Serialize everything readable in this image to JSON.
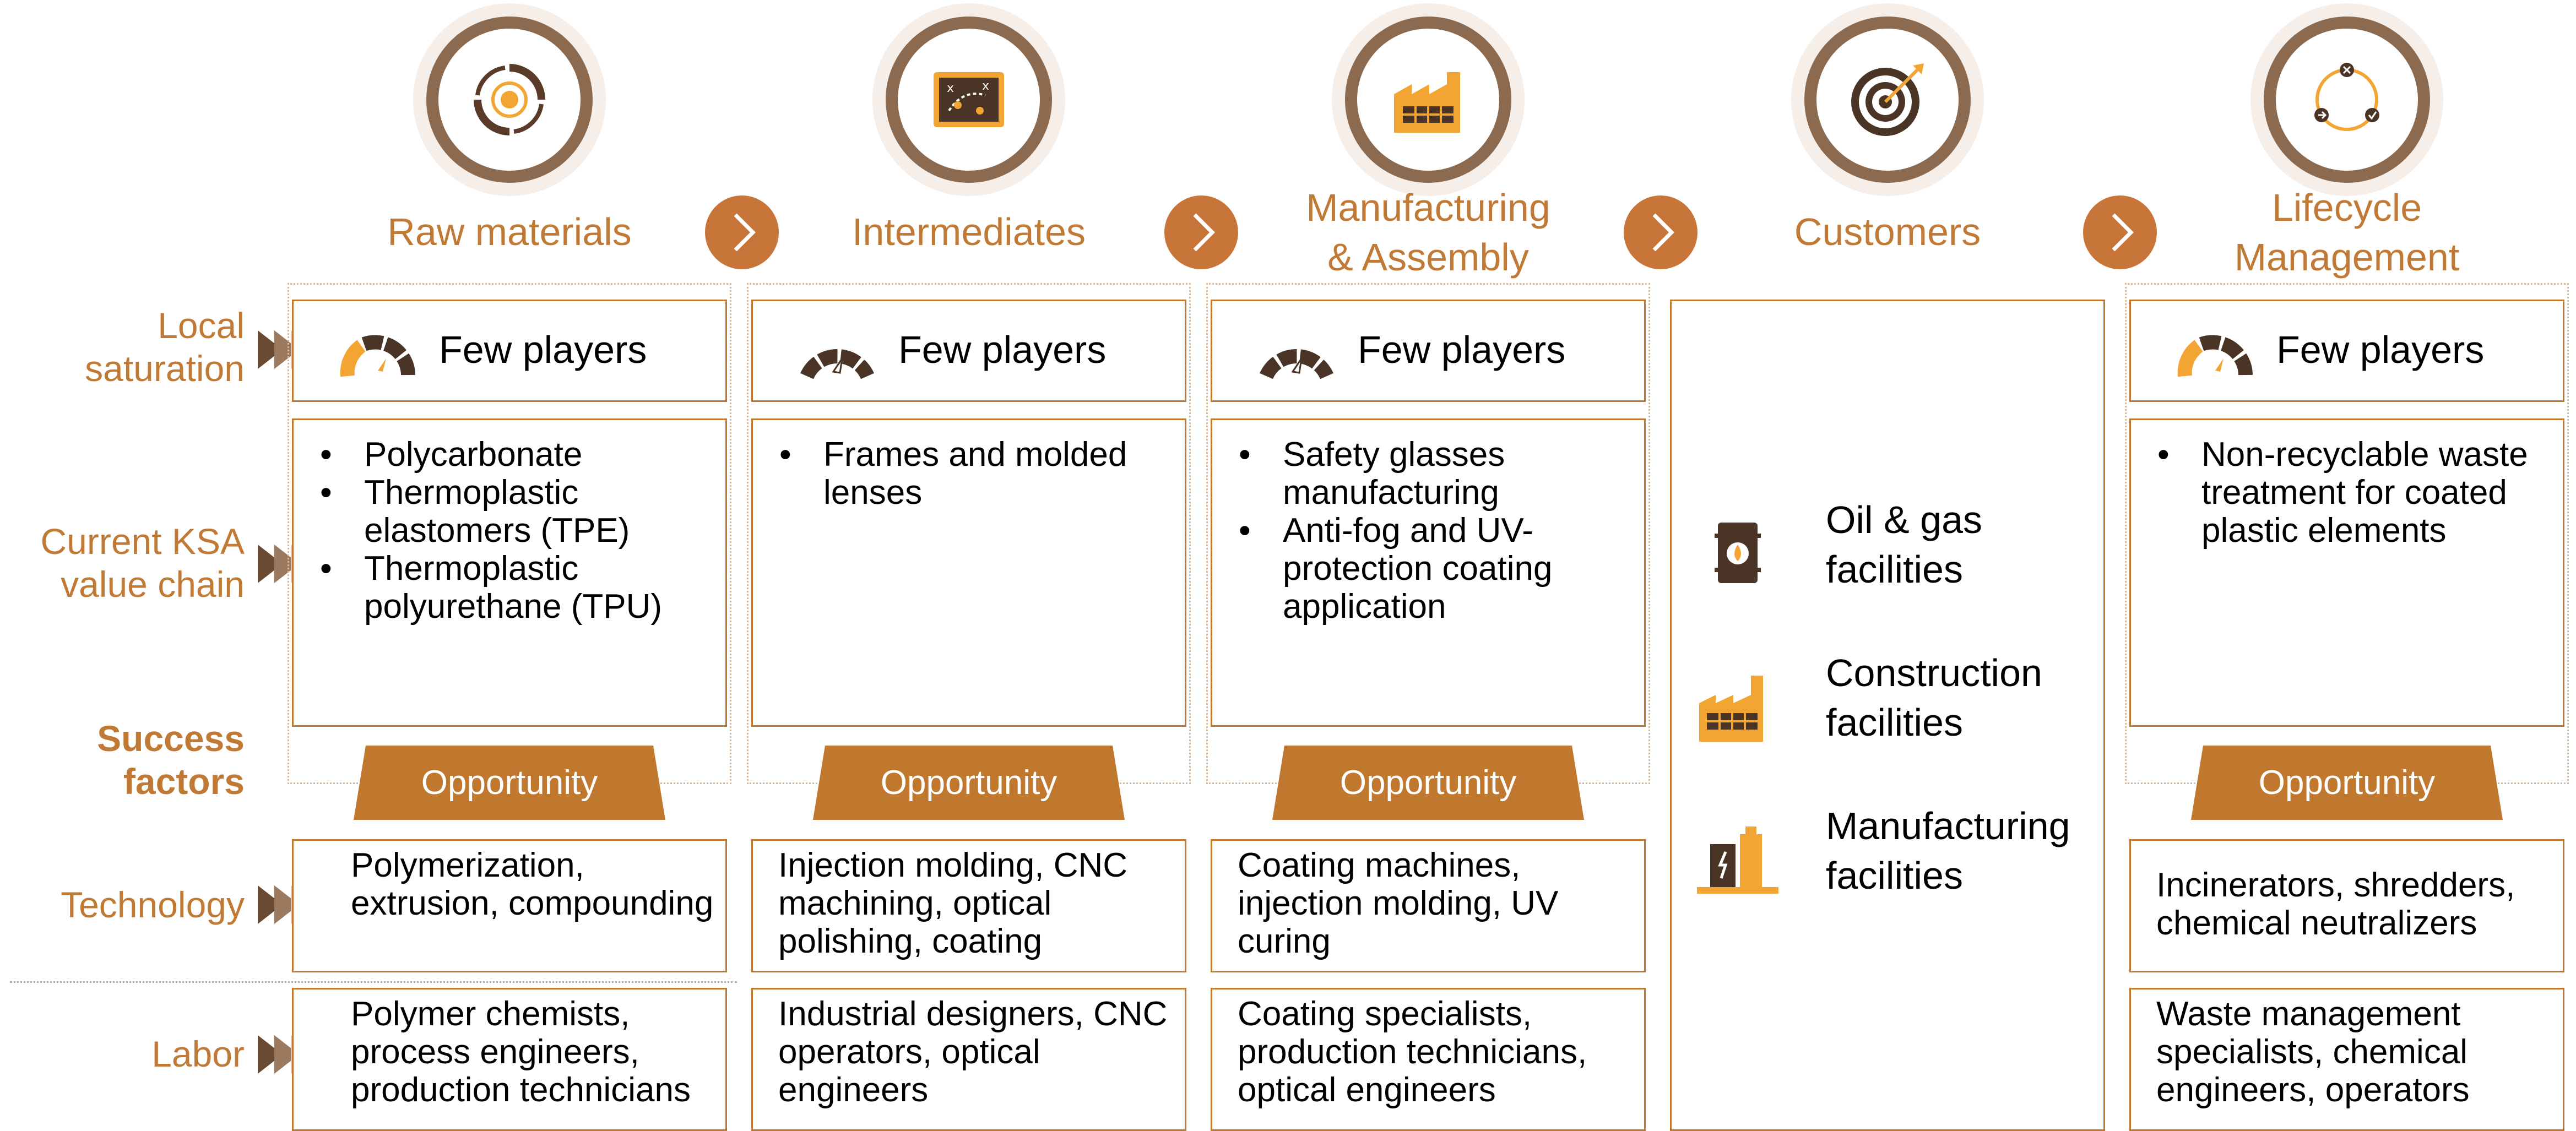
{
  "colors": {
    "accent": "#C0782F",
    "chevron": "#C8753A",
    "ring": "#8B6A4F",
    "text": "#000000"
  },
  "row_labels": {
    "local_saturation": [
      "Local",
      "saturation"
    ],
    "value_chain": [
      "Current KSA",
      "value chain"
    ],
    "success_factors": [
      "Success",
      "factors"
    ],
    "technology": "Technology",
    "labor": "Labor"
  },
  "stages": [
    {
      "title": [
        "Raw materials"
      ],
      "icon": "cycle-icon",
      "saturation": "Few players",
      "saturation_level": "low",
      "value_chain": [
        "Polycarbonate",
        "Thermoplastic elastomers (TPE)",
        "Thermoplastic polyurethane (TPU)"
      ],
      "opportunity": "Opportunity",
      "technology": "Polymerization, extrusion, compounding",
      "labor": "Polymer chemists, process engineers, production technicians"
    },
    {
      "title": [
        "Intermediates"
      ],
      "icon": "strategy-board-icon",
      "saturation": "Few players",
      "saturation_level": "very-low",
      "value_chain": [
        "Frames and molded lenses"
      ],
      "opportunity": "Opportunity",
      "technology": "Injection molding, CNC machining, optical polishing, coating",
      "labor": "Industrial designers, CNC operators, optical engineers"
    },
    {
      "title": [
        "Manufacturing",
        "& Assembly"
      ],
      "icon": "factory-icon",
      "saturation": "Few players",
      "saturation_level": "very-low",
      "value_chain": [
        "Safety glasses manufacturing",
        "Anti-fog and UV-protection coating application"
      ],
      "opportunity": "Opportunity",
      "technology": "Coating machines, injection molding, UV curing",
      "labor": "Coating specialists, production technicians, optical engineers"
    },
    {
      "title": [
        "Customers"
      ],
      "icon": "target-icon",
      "customers": [
        {
          "icon": "oil-barrel-icon",
          "label": [
            "Oil & gas",
            "facilities"
          ]
        },
        {
          "icon": "construction-factory-icon",
          "label": [
            "Construction",
            "facilities"
          ]
        },
        {
          "icon": "manufacturing-plant-icon",
          "label": [
            "Manufacturing",
            "facilities"
          ]
        }
      ]
    },
    {
      "title": [
        "Lifecycle",
        "Management"
      ],
      "icon": "lifecycle-icon",
      "saturation": "Few players",
      "saturation_level": "low",
      "value_chain": [
        "Non-recyclable waste treatment for coated plastic elements"
      ],
      "opportunity": "Opportunity",
      "technology": "Incinerators, shredders, chemical neutralizers",
      "labor": "Waste management specialists, chemical engineers, operators"
    }
  ]
}
